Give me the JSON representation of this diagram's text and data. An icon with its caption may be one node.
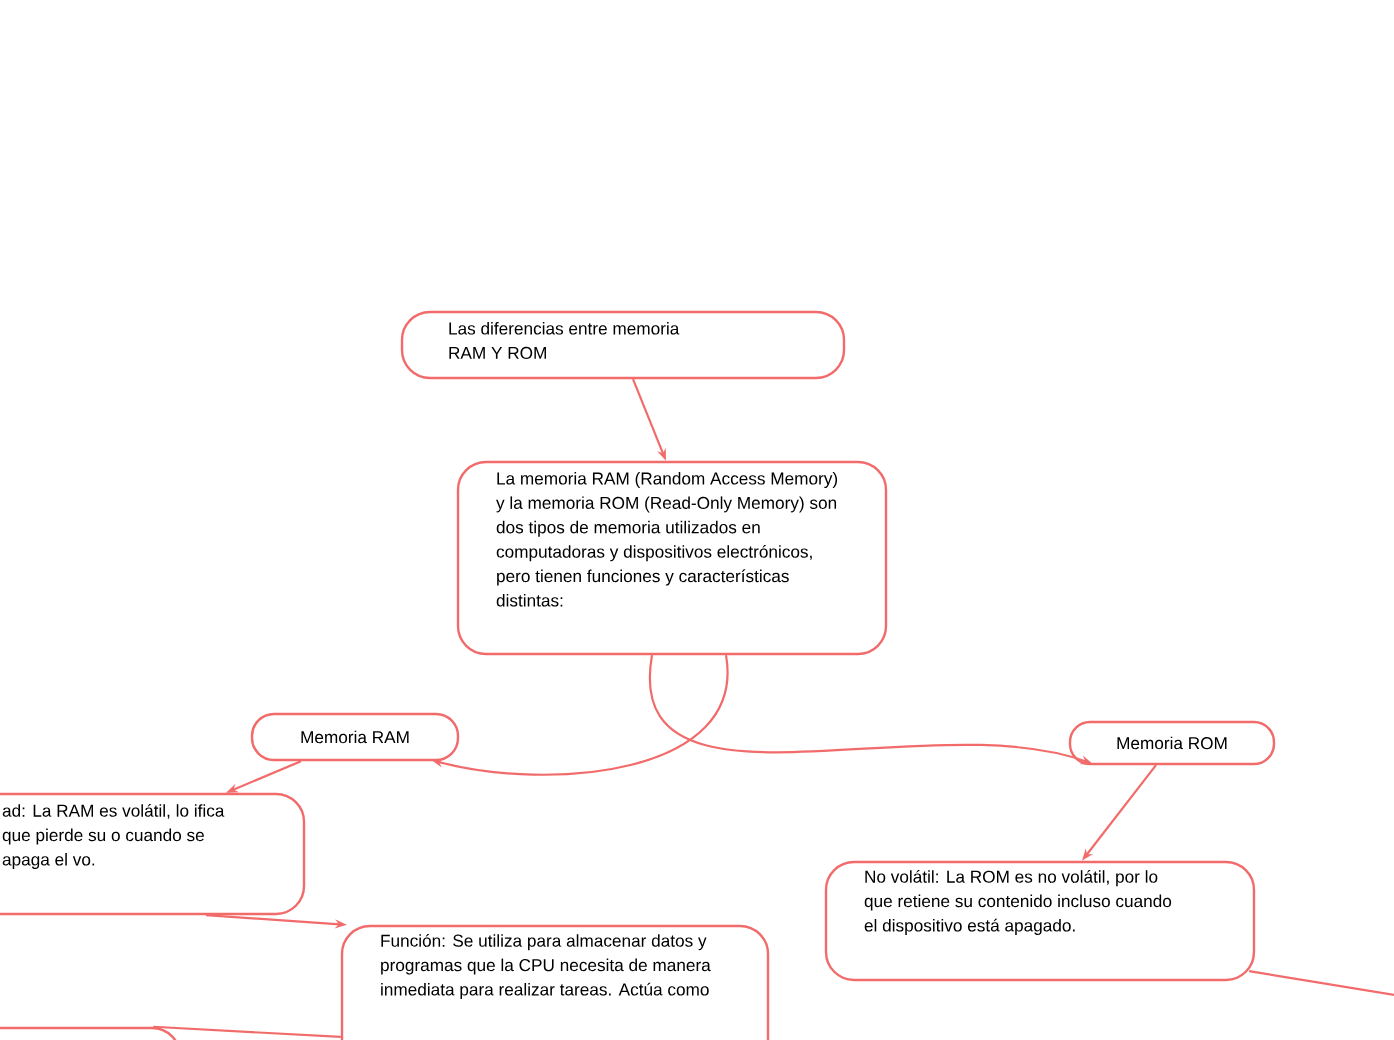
{
  "diagram": {
    "nodes": [
      {
        "text": [
          "Las diferencias entre memoria RAM Y ROM"
        ]
      },
      {
        "text": [
          "La memoria RAM (Random Access Memory) y la memoria ROM (Read-Only Memory) son dos tipos de memoria utilizados en computadoras y dispositivos electrónicos, pero tienen funciones y características distintas:"
        ]
      },
      {
        "text": [
          "Memoria RAM"
        ]
      },
      {
        "text": [
          "Memoria ROM"
        ]
      },
      {
        "text": [
          "ad: La RAM es volátil, lo ifica que pierde su o cuando se apaga el vo."
        ]
      },
      {
        "text": [
          "Función: Se utiliza para almacenar datos y programas que la CPU necesita de manera inmediata para realizar tareas. Actúa como"
        ]
      },
      {
        "text": [
          "No volátil: La ROM es no volátil, por lo que retiene su contenido incluso cuando el dispositivo está apagado."
        ]
      },
      {
        "text": [],
        "shape": "box"
      }
    ],
    "edges": [
      {
        "from": 0,
        "to": 1,
        "arrow": "to"
      },
      {
        "from": 1,
        "to": 2,
        "arrow": "to"
      },
      {
        "from": 1,
        "to": 3,
        "arrow": "to"
      },
      {
        "from": 2,
        "to": 4,
        "arrow": "to"
      },
      {
        "from": 4,
        "to": 5,
        "arrow": "to"
      },
      {
        "from": 5,
        "to": 7,
        "arrow": "none"
      },
      {
        "from": 3,
        "to": 6,
        "arrow": "to"
      },
      {
        "from": 6,
        "to": null,
        "arrow": "none"
      }
    ]
  }
}
